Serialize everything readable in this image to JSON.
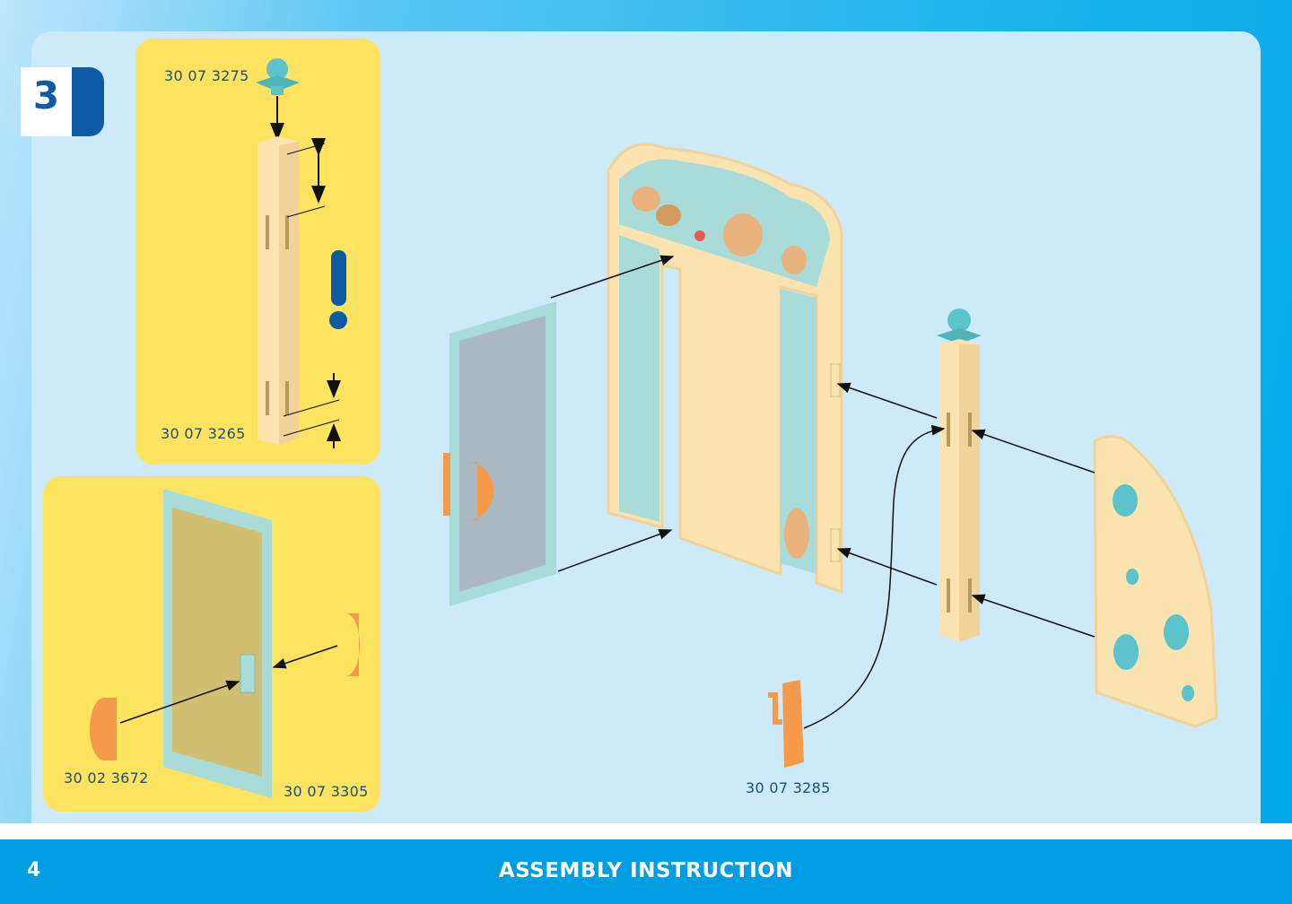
{
  "step": {
    "number": "3"
  },
  "parts": {
    "top_cap": "30 07 3275",
    "pillar": "30 07 3265",
    "handle": "30 02 3672",
    "door": "30 07 3305",
    "hook": "30 07 3285"
  },
  "footer": {
    "page_number": "4",
    "title": "ASSEMBLY INSTRUCTION"
  },
  "colors": {
    "panel": "#cdeafb",
    "yellow": "#fde35f",
    "brand_blue": "#0d5aa7",
    "footer": "#009de3",
    "part_cream": "#fbe3b0",
    "part_teal": "#5bc3c9",
    "part_orange": "#f59a4a"
  }
}
